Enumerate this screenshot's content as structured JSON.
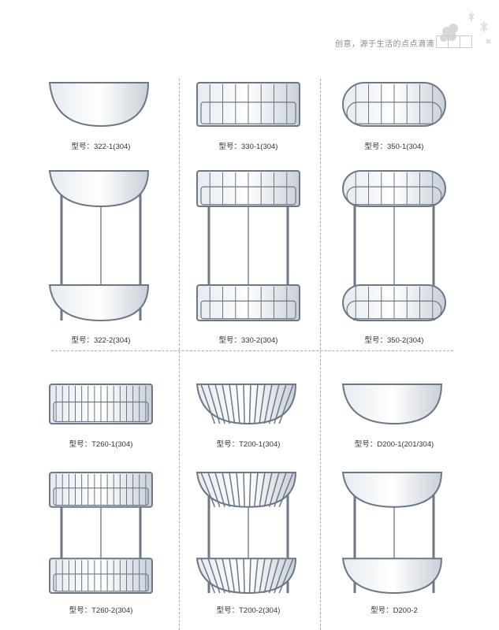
{
  "header": {
    "slogan": "创意，源于生活的点点滴滴",
    "decoration": "flower-stars-icon"
  },
  "colors": {
    "chrome_dark": "#6d7886",
    "chrome_light": "#e6ebf0",
    "label_text": "#333333"
  },
  "products": [
    {
      "label": "型号：322-1(304)",
      "shape": "corner-1"
    },
    {
      "label": "型号：330-1(304)",
      "shape": "rect-1"
    },
    {
      "label": "型号：350-1(304)",
      "shape": "oval-1"
    },
    {
      "label": "型号：322-2(304)",
      "shape": "corner-2"
    },
    {
      "label": "型号：330-2(304)",
      "shape": "rect-2"
    },
    {
      "label": "型号：350-2(304)",
      "shape": "oval-2"
    },
    {
      "label": "型号：T260-1(304)",
      "shape": "wire-rect-1"
    },
    {
      "label": "型号：T200-1(304)",
      "shape": "wire-corner-1"
    },
    {
      "label": "型号：D200-1(201/304)",
      "shape": "plate-corner-1"
    },
    {
      "label": "型号：T260-2(304)",
      "shape": "wire-rect-2"
    },
    {
      "label": "型号：T200-2(304)",
      "shape": "wire-corner-2"
    },
    {
      "label": "型号：D200-2",
      "shape": "plate-corner-2"
    }
  ]
}
